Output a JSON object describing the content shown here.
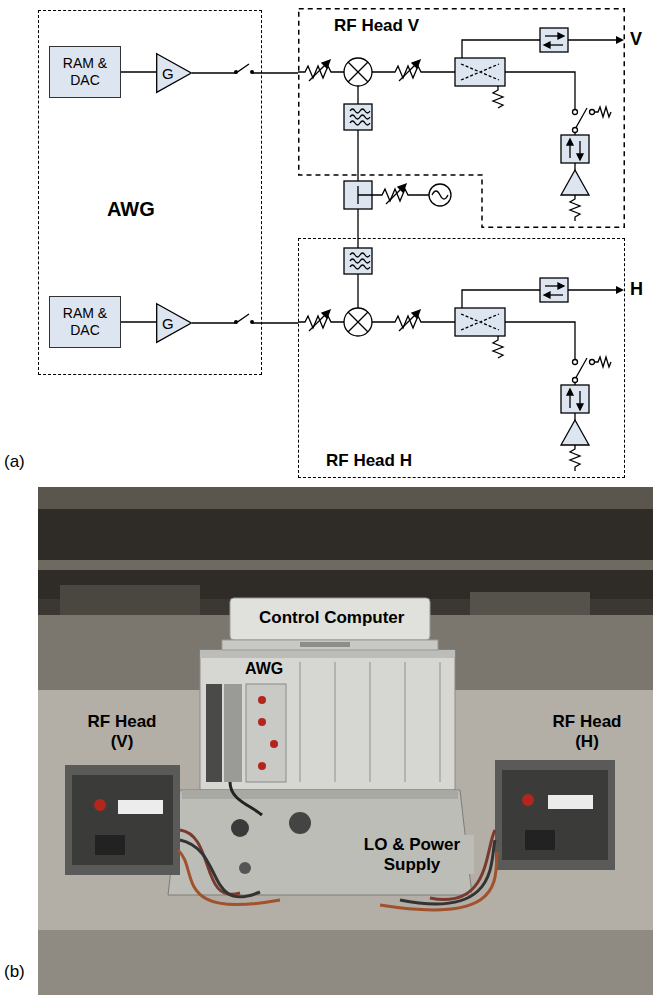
{
  "diagram": {
    "nodes": [
      {
        "text": [
          "AWG"
        ]
      },
      {
        "text": [
          "RAM & DAC"
        ],
        "in": 0
      },
      {
        "text": [
          "G"
        ],
        "in": 0
      },
      {
        "text": [
          "RAM & DAC"
        ],
        "in": 0
      },
      {
        "text": [
          "G"
        ],
        "in": 0
      },
      {
        "text": [
          "RF Head V"
        ]
      },
      {
        "text": [
          "RF Head H"
        ]
      }
    ],
    "edges": [
      {
        "from": 1,
        "to": 2,
        "arrow": "none"
      },
      {
        "from": 2,
        "to": 5,
        "arrow": "none"
      },
      {
        "from": 3,
        "to": 4,
        "arrow": "none"
      },
      {
        "from": 4,
        "to": 6,
        "arrow": "none"
      }
    ],
    "labels": [
      "V",
      "H",
      "(a)",
      "Control Computer",
      "AWG",
      "RF Head (V)",
      "RF Head (H)",
      "LO & Power Supply",
      "(b)"
    ]
  }
}
